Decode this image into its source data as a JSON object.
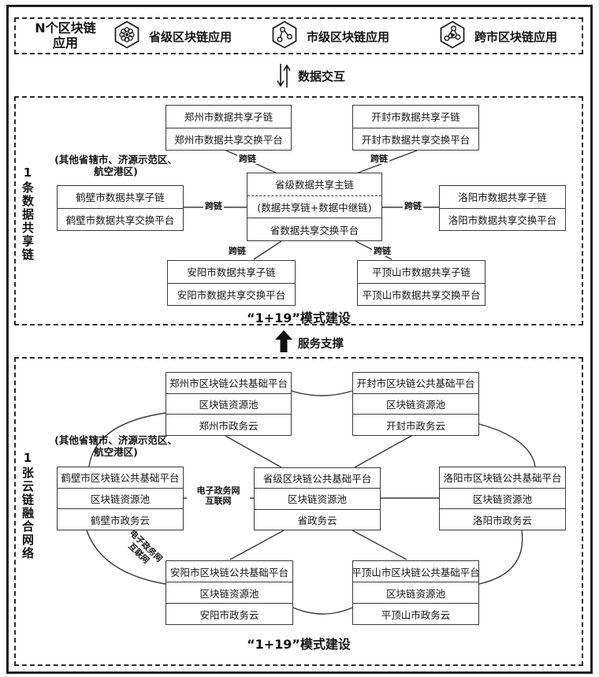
{
  "colors": {
    "ink": "#1f1f1f",
    "background": "#ffffff"
  },
  "app_layer": {
    "title_line1": "N个区块链",
    "title_line2": "应用",
    "apps": [
      {
        "icon": "province-blockchain-app-icon",
        "label": "省级区块链应用"
      },
      {
        "icon": "city-blockchain-app-icon",
        "label": "市级区块链应用"
      },
      {
        "icon": "cross-city-blockchain-app-icon",
        "label": "跨市区块链应用"
      }
    ]
  },
  "data_interaction": {
    "label": "数据交互"
  },
  "service_support": {
    "label": "服务支撑"
  },
  "data_share_chain": {
    "side_title": "1条数据共享链",
    "note_line1": "(其他省辖市、济源示范区、",
    "note_line2": "航空港区)",
    "link_label": "跨链",
    "caption": "“1+19”模式建设",
    "center": {
      "lines": [
        "省级数据共享主链",
        "(数据共享链+数据中继链)",
        "省数据共享交换平台"
      ]
    },
    "nodes": [
      {
        "name": "zhengzhou",
        "lines": [
          "郑州市数据共享子链",
          "郑州市数据共享交换平台"
        ]
      },
      {
        "name": "kaifeng",
        "lines": [
          "开封市数据共享子链",
          "开封市数据共享交换平台"
        ]
      },
      {
        "name": "hebi",
        "lines": [
          "鹤壁市数据共享子链",
          "鹤壁市数据共享交换平台"
        ]
      },
      {
        "name": "luoyang",
        "lines": [
          "洛阳市数据共享子链",
          "洛阳市数据共享交换平台"
        ]
      },
      {
        "name": "anyang",
        "lines": [
          "安阳市数据共享子链",
          "安阳市数据共享交换平台"
        ]
      },
      {
        "name": "pingdingshan",
        "lines": [
          "平顶山市数据共享子链",
          "平顶山市数据共享交换平台"
        ]
      }
    ]
  },
  "cloud_network": {
    "side_title": "1张云链融合网络",
    "note_line1": "(其他省辖市、济源示范区、",
    "note_line2": "航空港区)",
    "egov_label_line1": "电子政务网",
    "egov_label_line2": "互联网",
    "caption": "“1+19”模式建设",
    "center": {
      "lines": [
        "省级区块链公共基础平台",
        "区块链资源池",
        "省政务云"
      ]
    },
    "nodes": [
      {
        "name": "zhengzhou",
        "lines": [
          "郑州市区块链公共基础平台",
          "区块链资源池",
          "郑州市政务云"
        ]
      },
      {
        "name": "kaifeng",
        "lines": [
          "开封市区块链公共基础平台",
          "区块链资源池",
          "开封市政务云"
        ]
      },
      {
        "name": "hebi",
        "lines": [
          "鹤壁市区块链公共基础平台",
          "区块链资源池",
          "鹤壁市政务云"
        ]
      },
      {
        "name": "luoyang",
        "lines": [
          "洛阳市区块链公共基础平台",
          "区块链资源池",
          "洛阳市政务云"
        ]
      },
      {
        "name": "anyang",
        "lines": [
          "安阳市区块链公共基础平台",
          "区块链资源池",
          "安阳市政务云"
        ]
      },
      {
        "name": "pingdingshan",
        "lines": [
          "平顶山市区块链公共基础平台",
          "区块链资源池",
          "平顶山市政务云"
        ]
      }
    ]
  }
}
